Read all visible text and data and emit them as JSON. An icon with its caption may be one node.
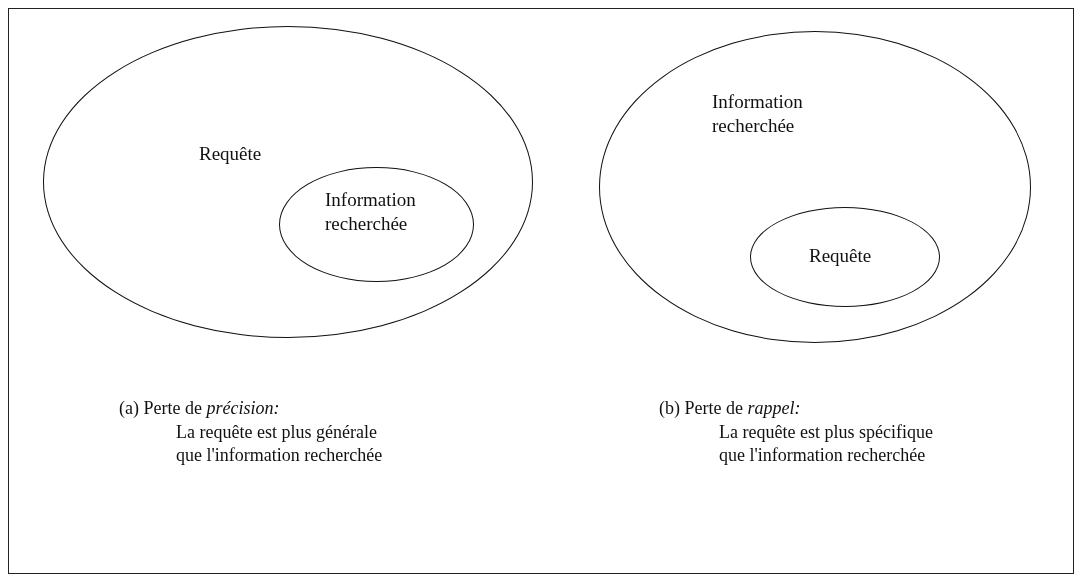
{
  "diagram": {
    "nodes": [
      {
        "text": [
          "Requête"
        ]
      },
      {
        "text": [
          "Information recherchée"
        ],
        "in": 0
      },
      {
        "text": [
          "Information recherchée"
        ]
      },
      {
        "text": [
          "Requête"
        ],
        "in": 2
      }
    ],
    "labels": [
      "(a) Perte de *précision:*",
      "La requête est plus générale que l'information recherchée",
      "(b) Perte de *rappel:*",
      "La requête est plus spécifique que l'information recherchée"
    ]
  }
}
